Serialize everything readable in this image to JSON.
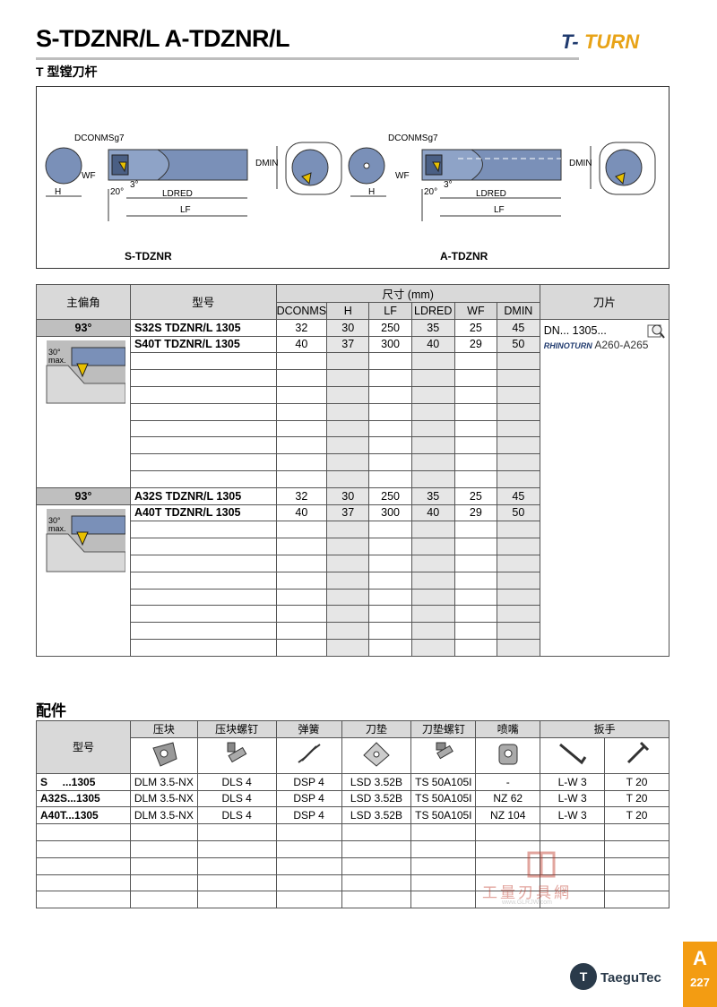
{
  "header": {
    "title": "S-TDZNR/L   A-TDZNR/L",
    "subtitle": "T 型镗刀杆",
    "brand_logo": "T-TURN"
  },
  "diagram": {
    "left_label": "S-TDZNR",
    "right_label": "A-TDZNR",
    "dim_labels": {
      "dconms": "DCONMSg7",
      "dmin": "DMIN",
      "wf": "WF",
      "h": "H",
      "angle20": "20°",
      "angle3": "3°",
      "ldred": "LDRED",
      "lf": "LF"
    }
  },
  "main_table": {
    "headers": {
      "angle": "主偏角",
      "model": "型号",
      "size_group": "尺寸 (mm)",
      "insert": "刀片",
      "cols": [
        "DCONMS",
        "H",
        "LF",
        "LDRED",
        "WF",
        "DMIN"
      ]
    },
    "groups": [
      {
        "angle": "93°",
        "max_label": "30° max.",
        "rows": [
          {
            "model": "S32S  TDZNR/L 1305",
            "values": [
              "32",
              "30",
              "250",
              "35",
              "25",
              "45"
            ]
          },
          {
            "model": "S40T  TDZNR/L 1305",
            "values": [
              "40",
              "37",
              "300",
              "40",
              "29",
              "50"
            ]
          }
        ]
      },
      {
        "angle": "93°",
        "max_label": "30° max.",
        "rows": [
          {
            "model": "A32S  TDZNR/L 1305",
            "values": [
              "32",
              "30",
              "250",
              "35",
              "25",
              "45"
            ]
          },
          {
            "model": "A40T  TDZNR/L 1305",
            "values": [
              "40",
              "37",
              "300",
              "40",
              "29",
              "50"
            ]
          }
        ]
      }
    ],
    "insert": {
      "code": "DN... 1305...",
      "brand": "RHINOTURN",
      "pages": "A260-A265"
    }
  },
  "accessories": {
    "title": "配件",
    "model_header": "型号",
    "headers": [
      "压块",
      "压块螺钉",
      "弹簧",
      "刀垫",
      "刀垫螺钉",
      "喷嘴",
      "扳手"
    ],
    "rows": [
      {
        "model": "S     ...1305",
        "values": [
          "DLM 3.5-NX",
          "DLS 4",
          "DSP 4",
          "LSD 3.52B",
          "TS 50A105I",
          "-",
          "L-W 3",
          "T 20"
        ]
      },
      {
        "model": "A32S...1305",
        "values": [
          "DLM 3.5-NX",
          "DLS 4",
          "DSP 4",
          "LSD 3.52B",
          "TS 50A105I",
          "NZ 62",
          "L-W 3",
          "T 20"
        ]
      },
      {
        "model": "A40T...1305",
        "values": [
          "DLM 3.5-NX",
          "DLS 4",
          "DSP 4",
          "LSD 3.52B",
          "TS 50A105I",
          "NZ 104",
          "L-W 3",
          "T 20"
        ]
      }
    ]
  },
  "watermark": {
    "text": "工量刃具網",
    "url": "www.GLRJW.com"
  },
  "footer": {
    "company": "TaeguTec",
    "section_letter": "A",
    "page_number": "227"
  },
  "colors": {
    "accent": "#f39c12",
    "header_gray": "#d9d9d9",
    "tool_blue": "#7a90b8"
  }
}
